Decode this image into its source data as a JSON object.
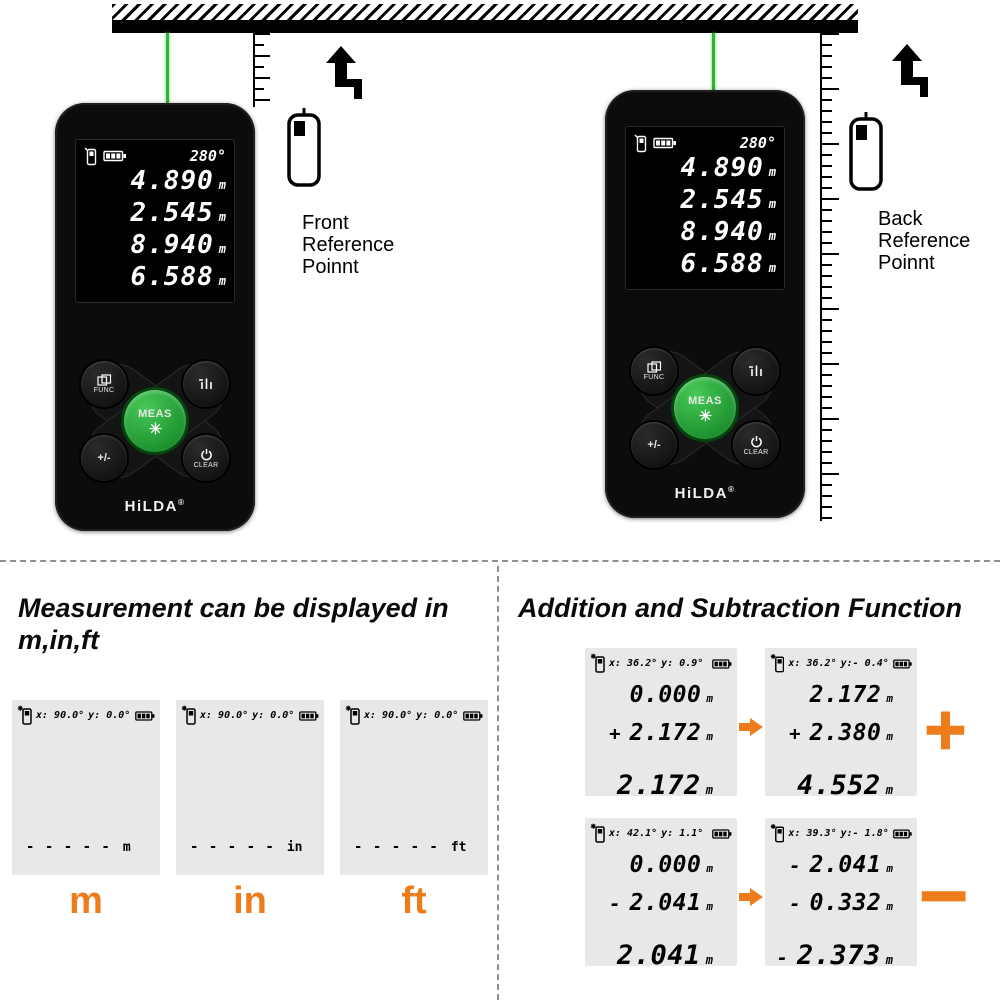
{
  "top": {
    "front_label": [
      "Front",
      "Reference",
      "Poinnt"
    ],
    "back_label": [
      "Back",
      "Reference",
      "Poinnt"
    ]
  },
  "device": {
    "brand": "HiLDA",
    "trademark": "®",
    "display": {
      "angle": "280°",
      "readings": [
        {
          "value": "4.890",
          "unit": "m"
        },
        {
          "value": "2.545",
          "unit": "m"
        },
        {
          "value": "8.940",
          "unit": "m"
        },
        {
          "value": "6.588",
          "unit": "m"
        }
      ]
    },
    "buttons": {
      "func": "FUNC",
      "meas": "MEAS",
      "plus_minus": "+/-",
      "clear": "CLEAR"
    }
  },
  "units_section": {
    "title_line1": "Measurement can be displayed in",
    "title_line2": "m,in,ft",
    "screens": [
      {
        "x": "x: 90.0°",
        "y": "y: 0.0°",
        "dashes": "- - - - -",
        "unit": "m"
      },
      {
        "x": "x: 90.0°",
        "y": "y: 0.0°",
        "dashes": "- - - - -",
        "unit": "in"
      },
      {
        "x": "x: 90.0°",
        "y": "y: 0.0°",
        "dashes": "- - - - -",
        "unit": "ft"
      }
    ],
    "unit_labels": [
      "m",
      "in",
      "ft"
    ]
  },
  "math_section": {
    "title": "Addition and Subtraction Function",
    "plus_symbol": "+",
    "minus_symbol": "−",
    "screens": [
      {
        "x": "x: 36.2°",
        "y": "y: 0.9°",
        "rows": [
          {
            "sign": "",
            "value": "0.000",
            "unit": "m"
          },
          {
            "sign": "+",
            "value": "2.172",
            "unit": "m"
          },
          {
            "sign": "",
            "value": "2.172",
            "unit": "m"
          }
        ]
      },
      {
        "x": "x: 36.2°",
        "y": "y:- 0.4°",
        "rows": [
          {
            "sign": "",
            "value": "2.172",
            "unit": "m"
          },
          {
            "sign": "+",
            "value": "2.380",
            "unit": "m"
          },
          {
            "sign": "",
            "value": "4.552",
            "unit": "m"
          }
        ]
      },
      {
        "x": "x: 42.1°",
        "y": "y: 1.1°",
        "rows": [
          {
            "sign": "",
            "value": "0.000",
            "unit": "m"
          },
          {
            "sign": "-",
            "value": "2.041",
            "unit": "m"
          },
          {
            "sign": "",
            "value": "2.041",
            "unit": "m"
          }
        ]
      },
      {
        "x": "x: 39.3°",
        "y": "y:- 1.8°",
        "rows": [
          {
            "sign": "-",
            "value": "2.041",
            "unit": "m"
          },
          {
            "sign": "-",
            "value": "0.332",
            "unit": "m"
          },
          {
            "sign": "-",
            "value": "2.373",
            "unit": "m"
          }
        ]
      }
    ]
  }
}
